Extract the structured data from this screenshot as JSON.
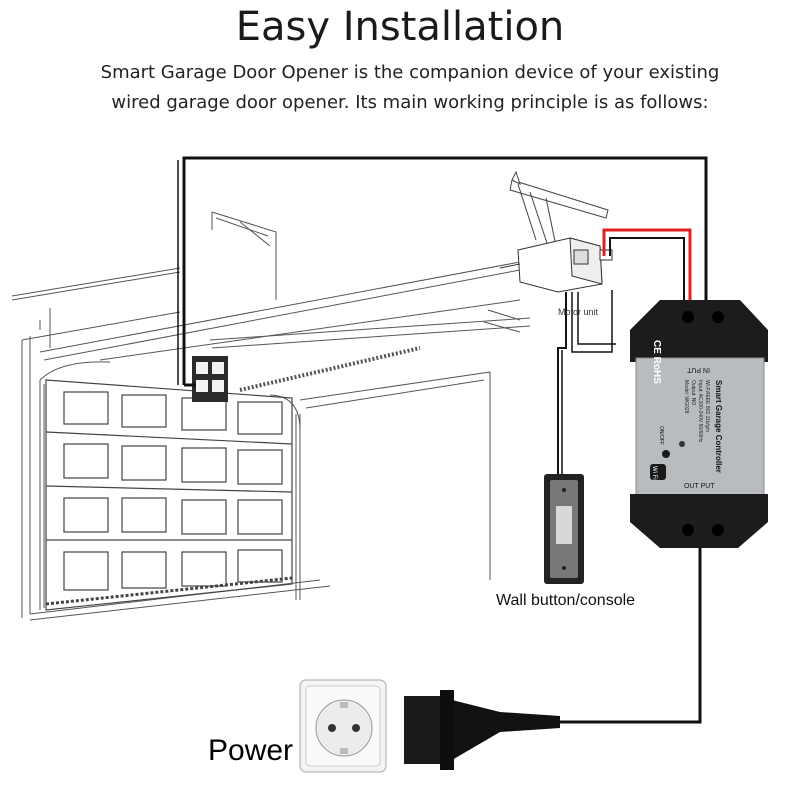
{
  "title": "Easy Installation",
  "subtitle_line1": "Smart Garage Door Opener is the companion device of your existing",
  "subtitle_line2": "wired garage door opener. Its main working principle is as follows:",
  "labels": {
    "motor_unit": "Motor unit",
    "wall_button": "Wall button/console",
    "power": "Power"
  },
  "controller": {
    "cert": "CE RoHS",
    "name": "Smart Garage Controller",
    "specs": [
      "Wi-Fi/IEEE 802.11b/g/n",
      "Input: AC100-240V 50/60Hz",
      "Output: NO",
      "Model: WG028"
    ],
    "in_put": "IN PUT",
    "out_put": "OUT PUT",
    "onoff": "ON/OFF",
    "wifi": "Wi Fi"
  },
  "colors": {
    "wire_black": "#111111",
    "wire_red": "#e02020",
    "controller_body": "#b9bcbe",
    "controller_cap": "#1a1a1a"
  }
}
